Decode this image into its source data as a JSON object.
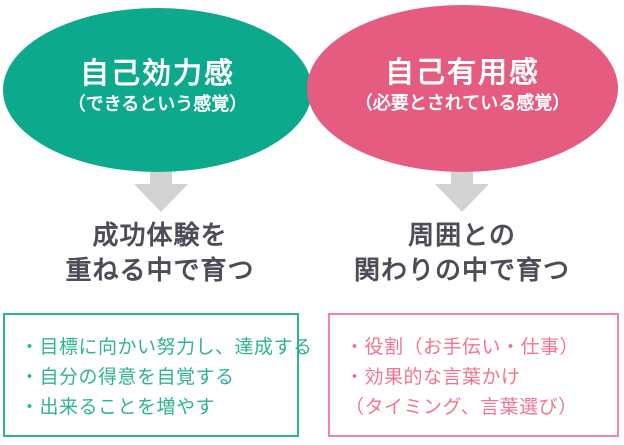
{
  "colors": {
    "ellipse_green": "#0CA98C",
    "ellipse_pink": "#E55C80",
    "arrow_gray": "#D2D2D2",
    "dark_text": "#4D4D57",
    "box_green": "#2BB394",
    "box_pink_text": "#F2758F",
    "box_pink_border": "#F287A0"
  },
  "left": {
    "ellipse_title": "自己効力感",
    "ellipse_caption": "（できるという感覚）",
    "growth_line1": "成功体験を",
    "growth_line2": "重ねる中で育つ",
    "box_items": [
      "・目標に向かい努力し、達成する",
      "・自分の得意を自覚する",
      "・出来ることを増やす"
    ]
  },
  "right": {
    "ellipse_title": "自己有用感",
    "ellipse_caption": "（必要とされている感覚）",
    "growth_line1": "周囲との",
    "growth_line2": "関わりの中で育つ",
    "box_items": [
      "・役割（お手伝い・仕事）",
      "・効果的な言葉かけ",
      "（タイミング、言葉選び）"
    ]
  }
}
